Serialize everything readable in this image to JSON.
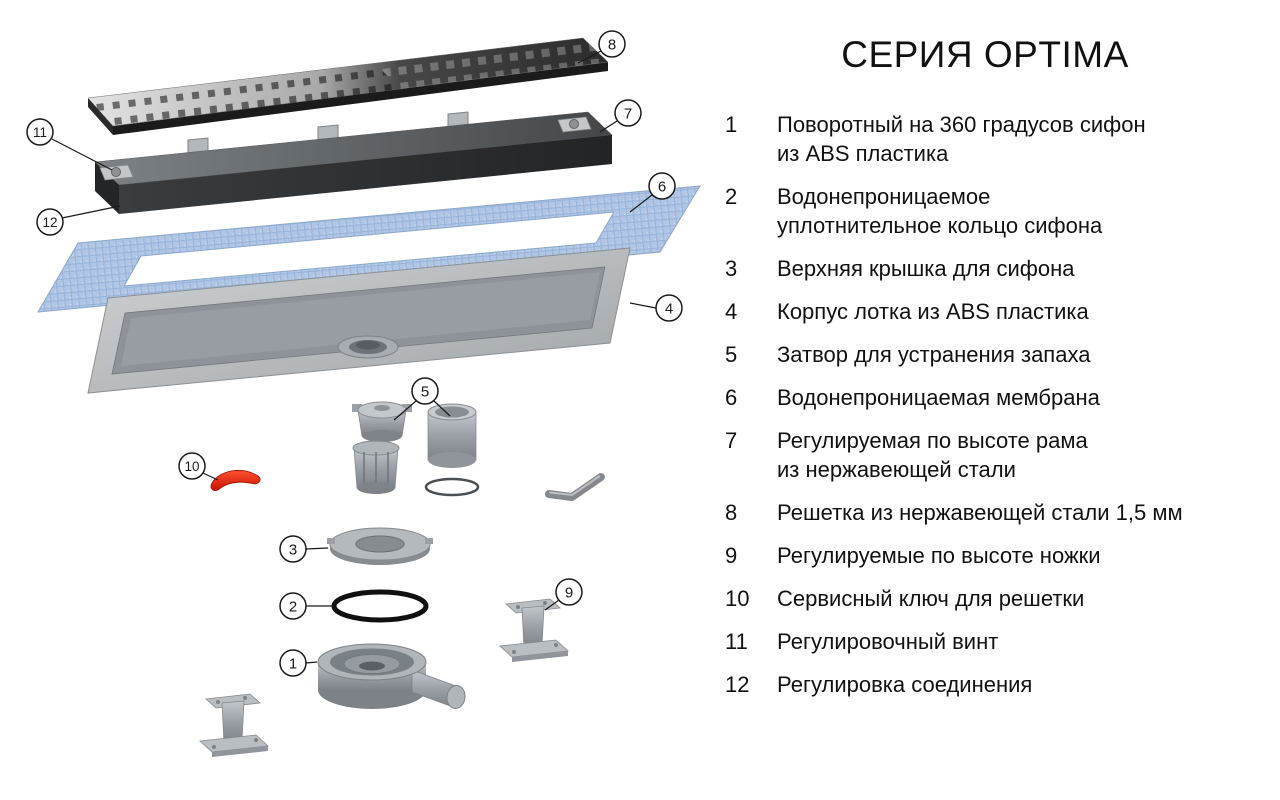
{
  "title": "СЕРИЯ OPTIMA",
  "legend": {
    "items": [
      {
        "num": "1",
        "text": "Поворотный на 360 градусов сифон\nиз ABS пластика"
      },
      {
        "num": "2",
        "text": "Водонепроницаемое\nуплотнительное кольцо сифона"
      },
      {
        "num": "3",
        "text": "Верхняя крышка для сифона"
      },
      {
        "num": "4",
        "text": "Корпус лотка из ABS пластика"
      },
      {
        "num": "5",
        "text": "Затвор для устранения запаха"
      },
      {
        "num": "6",
        "text": "Водонепроницаемая мембрана"
      },
      {
        "num": "7",
        "text": "Регулируемая по высоте рама\nиз нержавеющей стали"
      },
      {
        "num": "8",
        "text": "Решетка из нержавеющей стали 1,5 мм"
      },
      {
        "num": "9",
        "text": "Регулируемые по высоте ножки"
      },
      {
        "num": "10",
        "text": "Сервисный ключ для решетки"
      },
      {
        "num": "11",
        "text": "Регулировочный винт"
      },
      {
        "num": "12",
        "text": "Регулировка соединения"
      }
    ]
  },
  "callouts": {
    "1": "1",
    "2": "2",
    "3": "3",
    "4": "4",
    "5": "5",
    "6": "6",
    "7": "7",
    "8": "8",
    "9": "9",
    "10": "10",
    "11": "11",
    "12": "12"
  },
  "colors": {
    "membrane_blue": "#b0c6e4",
    "service_key_red": "#e02400",
    "metal_gray": "#9aa0a6",
    "text": "#1a1a1a"
  }
}
